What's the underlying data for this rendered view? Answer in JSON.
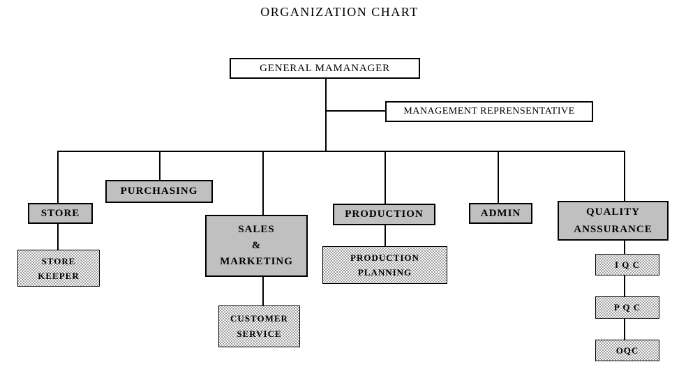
{
  "title": "ORGANIZATION CHART",
  "nodes": {
    "general_manager": {
      "label": "GENERAL MAMANAGER"
    },
    "management_representative": {
      "label": "MANAGEMENT REPRENSENTATIVE"
    },
    "store": {
      "label": "STORE"
    },
    "purchasing": {
      "label": "PURCHASING"
    },
    "sales_marketing": {
      "lines": [
        "SALES",
        "&",
        "MARKETING"
      ]
    },
    "production": {
      "label": "PRODUCTION"
    },
    "admin": {
      "label": "ADMIN"
    },
    "quality_assurance": {
      "lines": [
        "QUALITY",
        "ANSSURANCE"
      ]
    },
    "store_keeper": {
      "lines": [
        "STORE",
        "KEEPER"
      ]
    },
    "production_planning": {
      "lines": [
        "PRODUCTION",
        "PLANNING"
      ]
    },
    "customer_service": {
      "lines": [
        "CUSTOMER",
        "SERVICE"
      ]
    },
    "iqc": {
      "label": "I Q C"
    },
    "pqc": {
      "label": "P Q C"
    },
    "oqc": {
      "label": "OQC"
    }
  },
  "colors": {
    "solid_box_fill": "#c0c0c0",
    "dotted_box_fill": "#e8e8e8",
    "box_border": "#000000",
    "background": "#ffffff",
    "text": "#000000"
  }
}
